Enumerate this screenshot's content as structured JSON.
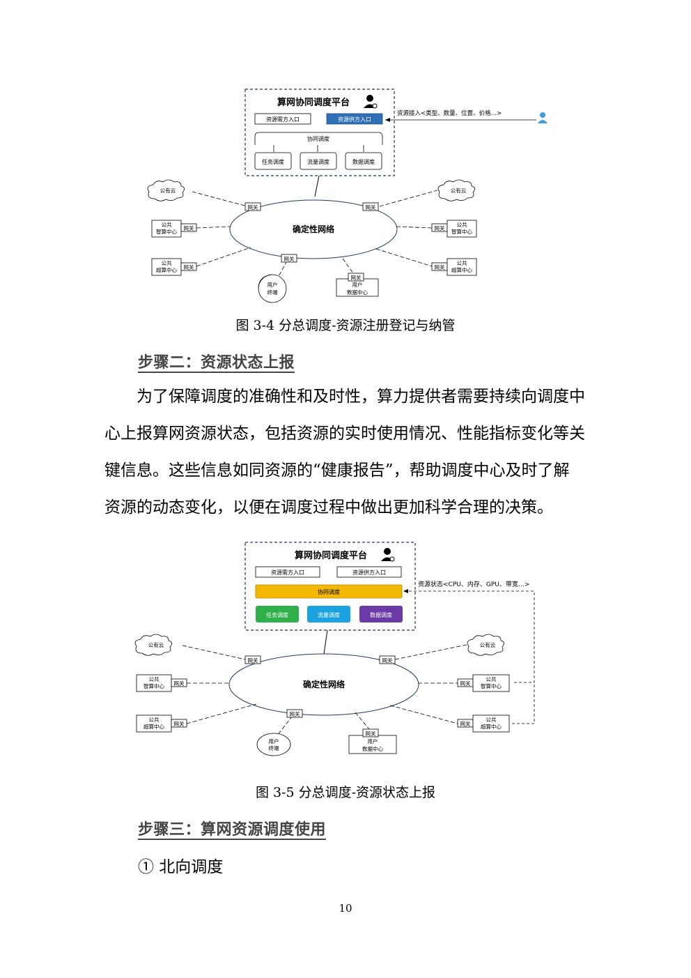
{
  "fig1": {
    "platform_title": "算网协同调度平台",
    "demand_entry": "资源需方入口",
    "supply_entry": "资源供方入口",
    "coord": "协同调度",
    "task": "任务调度",
    "flow": "流量调度",
    "data": "数据调度",
    "access_label": "资源接入<类型、数量、位置、价格…>",
    "network": "确定性网络",
    "gateway": "网关",
    "public_cloud": "公有云",
    "public_ai_1": "公共",
    "public_ai_2": "智算中心",
    "public_hpc_1": "公共",
    "public_hpc_2": "超算中心",
    "user_term_1": "用户",
    "user_term_2": "终端",
    "user_dc_1": "用户",
    "user_dc_2": "数据中心"
  },
  "caption1": "图 3-4  分总调度-资源注册登记与纳管",
  "heading2": "步骤二：资源状态上报",
  "para": [
    "为了保障调度的准确性和及时性，算力提供者需要持续向调度中",
    "心上报算网资源状态，包括资源的实时使用情况、性能指标变化等关",
    "键信息。这些信息如同资源的“健康报告”，帮助调度中心及时了解",
    "资源的动态变化，以便在调度过程中做出更加科学合理的决策。"
  ],
  "fig2": {
    "platform_title": "算网协同调度平台",
    "demand_entry": "资源需方入口",
    "supply_entry": "资源供方入口",
    "coord": "协同调度",
    "task": "任务调度",
    "flow": "流量调度",
    "data": "数据调度",
    "status_label": "资源状态<CPU、内存、GPU、带宽…>",
    "network": "确定性网络",
    "gateway": "网关",
    "public_cloud": "公有云",
    "public_ai_1": "公共",
    "public_ai_2": "智算中心",
    "public_hpc_1": "公共",
    "public_hpc_2": "超算中心",
    "user_term_1": "用户",
    "user_term_2": "终端",
    "user_dc_1": "用户",
    "user_dc_2": "数据中心"
  },
  "caption2": "图 3-5  分总调度-资源状态上报",
  "heading3": "步骤三：算网资源调度使用",
  "item1": "①  北向调度",
  "page_number": "10",
  "colors": {
    "blue_btn": "#2e6fb5",
    "orange": "#f5b800",
    "green": "#2fb04a",
    "cyan": "#1aa3e0",
    "purple": "#6c3aa6",
    "user_icon": "#3a9ee6"
  }
}
